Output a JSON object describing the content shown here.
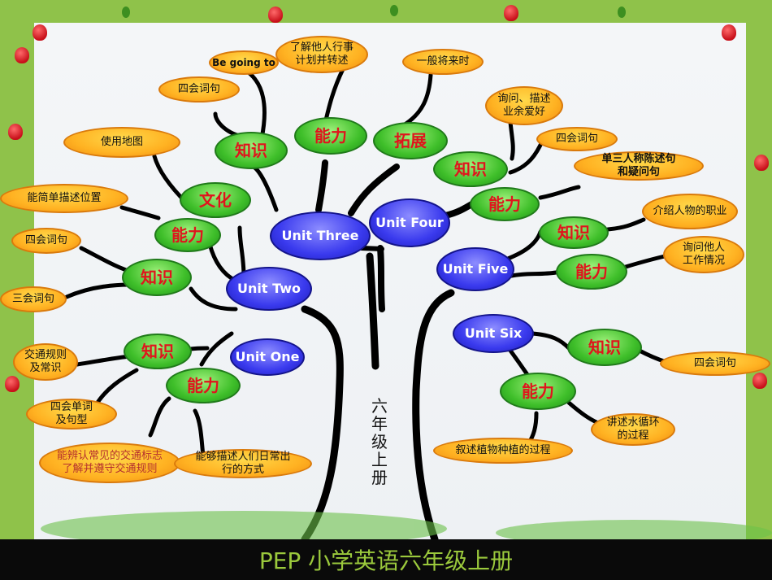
{
  "trunk_label": "六年级上册",
  "footer_title": "PEP 小学英语六年级上册",
  "units": {
    "one": "Unit One",
    "two": "Unit Two",
    "three": "Unit Three",
    "four": "Unit Four",
    "five": "Unit Five",
    "six": "Unit Six"
  },
  "u1": {
    "zhishi": "知识",
    "nengli": "能力",
    "z1": "交通规则\n及常识",
    "z2": "四会单词\n及句型",
    "n1": "能辨认常见的交通标志\n了解并遵守交通规则",
    "n2": "能够描述人们日常出\n行的方式"
  },
  "u2": {
    "zhishi": "知识",
    "nengli": "能力",
    "wenhua": "文化",
    "z1": "四会词句",
    "z2": "三会词句",
    "n1": "能简单描述位置",
    "w1": "使用地图"
  },
  "u3": {
    "zhishi": "知识",
    "nengli": "能力",
    "tuozhan": "拓展",
    "z1": "四会词句",
    "z2": "Be going to",
    "n1": "了解他人行事\n计划并转述",
    "t1": "一般将来时"
  },
  "u4": {
    "zhishi": "知识",
    "nengli": "能力",
    "z1": "询问、描述\n业余爱好",
    "z2": "四会词句",
    "n1": "单三人称陈述句\n和疑问句"
  },
  "u5": {
    "zhishi": "知识",
    "nengli": "能力",
    "z1": "介绍人物的职业",
    "n1": "询问他人\n工作情况"
  },
  "u6": {
    "zhishi": "知识",
    "nengli": "能力",
    "z1": "四会词句",
    "n1": "讲述水循环\n的过程",
    "n2": "叙述植物种植的过程"
  },
  "colors": {
    "frame": "#8fc24a",
    "paper": "#f2f4f6",
    "footer_text": "#9bc93c",
    "knowledge_text": "#e0141c",
    "unit_fill": "#3a3aee",
    "leaf_fill": "#ffb222"
  }
}
